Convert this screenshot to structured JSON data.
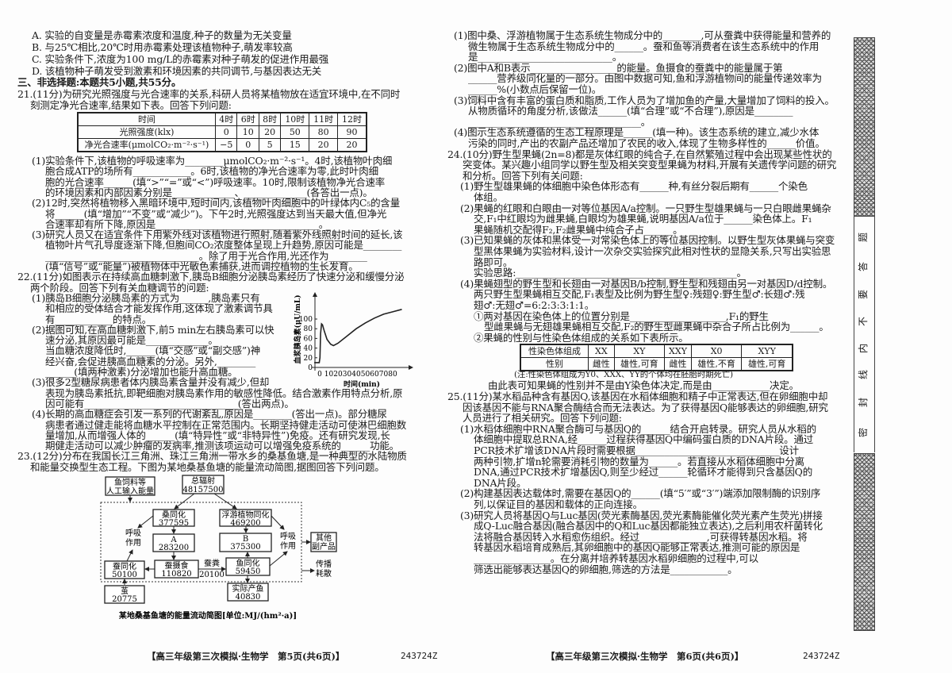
{
  "left_column": {
    "top_lines": [
      "A. 实验的自变量是赤霉素浓度和温度,种子的数量为无关变量",
      "B. 与25℃相比,20℃时用赤霉素处理该植物种子,萌发率较高",
      "C. 实验条件下,浓度为100 mg/L的赤霉素对种子萌发的促进作用最强",
      "D. 该植物种子萌发受到激素和环境因素的共同调节,与基因表达无关",
      "三、非选择题:本题共5小题,共55分。",
      "21.(11分)为研究光照强度与光合速率的关系,科研人员将某植物放在适宜环境中,在不同时",
      "刻测定净光合速率,结果如下表。回答下列问题:"
    ],
    "q21_table": {
      "header": [
        "时间",
        "4时",
        "6时",
        "8时",
        "10时",
        "11时",
        "12时"
      ],
      "rows": [
        [
          "光照强度(klx)",
          "0",
          "10",
          "20",
          "50",
          "80",
          "90"
        ],
        [
          "净光合速率(μmolCO₂·m⁻²·s⁻¹)",
          "−5",
          "0",
          "5",
          "15",
          "20",
          "20"
        ]
      ]
    },
    "main_lines": [
      "(1)实验条件下,该植物的呼吸速率为________μmolCO₂·m⁻²·s⁻¹。4时,该植物叶肉细",
      "胞合成ATP的场所有____________。6时,该植物的净光合速率为零,此时叶肉细",
      "胞的光合速率______(填“>”“=”或“<”)呼吸速率。10时,限制该植物净光合速率",
      "的环境因素和内部因素分别是_____________、_____________(各答出一点)。",
      "(2)12时,突然将植物移入黑暗环境中,短时间内,该植物叶肉细胞中的叶绿体内C₅的含量",
      "将______(填“增加”“不变”或“减少”)。下午2时,光照强度达到当天最大值,但净光",
      "合速率却有所下降,原因是__________________________________。",
      "(3)研究人员又在适宜条件下用紫外线对该植物进行照射,随着紫外线照射时间的延长,该",
      "植物叶片气孔导度逐渐下降,但胞间CO₂浓度整体呈现上升趋势,原因可能是________",
      "________________________________。除了用于光合作用,光还作为________",
      "(填“信号”或“能量”)被植物体中光敏色素捕获,进而调控植物的生长发育。",
      "22.(11分)如图表示在持续高血糖刺激下,胰岛B细胞分泌胰岛素经历了快速分泌和缓慢分泌",
      "两个阶段。回答下列有关血糖调节的问题:",
      "(1)胰岛B细胞分泌胰岛素的方式为______,胰岛素只有",
      "和相应的受体结合才能发挥作用,这体现了激素调节具",
      "有____________的特点。",
      "(2)据图可知,在高血糖刺激下,前5 min左右胰岛素可以快",
      "速分泌,其原因最可能是_____________。",
      "当血糖浓度降低时,______(填“交感”或“副交感”)神",
      "经兴奋,会促进胰高血糖素的分泌。另外,________",
      "______(填两种激素)分泌增加也能升高血糖。",
      "(3)很多2型糖尿病患者体内胰岛素含量并没有减少,但却",
      "表现为胰岛素抵抗,即靶细胞对胰岛素作用的敏感性降低。结合激素作用特点分析,原",
      "因可能有________________________________(答出两点)。",
      "(4)长期的高血糖症会引发一系列的代谢紊乱,原因是________(答出一点)。部分糖尿",
      "病患者通过健走能将血糖水平控制在正常范围内。长期坚持健走活动可使淋巴细胞数",
      "量增加,从而增强人体的______(填“特异性”或“非特异性”)免疫。还有研究发现,长",
      "期健走活动可以减少肿瘤的发病率,推测该项运动可以增强免疫系统的______功能。",
      "23.(12分)分布在我国长江三角洲、珠江三角洲一带水乡的桑基鱼塘,是一种典型的水陆物质",
      "和能量交换型生态工程。下图为某地桑基鱼塘的能量流动简图,据图回答下列问题。"
    ],
    "insulin_chart": {
      "type": "line",
      "ylabel": "血浆胰岛素(μU/mL)",
      "xlabel": "时间(min)",
      "x_ticks": [
        "0",
        "10",
        "20",
        "30",
        "40",
        "50",
        "60",
        "70",
        "80"
      ],
      "y_ticks": [
        "0",
        "20",
        "40",
        "60",
        "80",
        "100"
      ],
      "xlim": [
        -7,
        92
      ],
      "ylim": [
        0,
        140
      ],
      "x": [
        -6,
        -0.5,
        0.3,
        1,
        2,
        3,
        5,
        8,
        12,
        15,
        20,
        30,
        40,
        50,
        60,
        70,
        80,
        90
      ],
      "y": [
        10,
        10,
        20,
        70,
        90,
        88,
        75,
        58,
        48,
        45,
        50,
        65,
        80,
        92,
        102,
        110,
        115,
        120
      ]
    },
    "energy_diagram": {
      "feed_box": [
        "鱼饲料等",
        "人工输入能量"
      ],
      "radiation": {
        "label": "总辐射",
        "value": "48157500"
      },
      "mulberry": {
        "label": "桑同化",
        "value": "377595"
      },
      "a_box": {
        "label": "A",
        "value": "283200"
      },
      "silkworm_intake": {
        "label": "蚕摄食",
        "value": "110820"
      },
      "silkworm_assim": {
        "label": "蚕同化",
        "value": "50100"
      },
      "cocoon": {
        "label": "茧",
        "value": "20775"
      },
      "phyto": {
        "label": "浮游植物同化",
        "value": "469200"
      },
      "b_box": {
        "label": "B",
        "value": "375300"
      },
      "fish_assim": {
        "label": "鱼同化",
        "value": "59450"
      },
      "fish_output": {
        "label": "实际产鱼",
        "value": "40830"
      },
      "silkworm_feces": {
        "label": "蚕粪",
        "value": "20100"
      },
      "respiration_left": [
        "呼吸",
        "作用"
      ],
      "respiration_right": [
        "呼吸",
        "作用"
      ],
      "by_products": [
        "其他",
        "副产品"
      ],
      "dissipation": [
        "传播",
        "耗散"
      ],
      "caption": "某地桑基鱼塘的能量流动简图[单位:MJ/(hm²·a)]"
    },
    "footer": "【高三年级第三次模拟·生物学　第5页(共6页)】",
    "code": "243724Z"
  },
  "right_column": {
    "lines": [
      "(1)图中桑、浮游植物属于生态系统生物成分中的________,可从蚕粪中获得能量和营养的",
      "微生物属于生态系统生物成分中的______。蚕和鱼等消费者在该生态系统中的作用",
      "是____________________________。",
      "(2)图中A和B表示__________________的能量。鱼摄食的蚕粪中的能量属于第",
      "______营养级同化量的一部分。由图中数据可知,鱼和浮游植物间的能量传递效率为",
      "______%(小数点后保留一位)。",
      "(3)饲料中含有丰富的蛋白质和脂质,工作人员为了增加鱼的产量,大量增加了饲料的投入。",
      "从物质循环的角度分析,该做法______(填“合理”或“不合理”),原因是________",
      "____________________________________。",
      "(4)图示生态系统遵循的生态工程原理是______(填一种)。该生态系统的建立,减少水体",
      "污染的同时,产出的农副产品还增加了农民的收入,体现了生物多样性的______价值。",
      "24.(10分)野生型果蝇(2n=8)都是灰体红眼的纯合子,在自然繁殖过程中会出现某些性状的",
      "突变体。某兴趣小组同学以野生型及相关突变型果蝇为材料,开展有关遗传学问题的研究",
      "和分析。回答下列有关问题:",
      "(1)野生型雄果蝇的体细胞中染色体形态有______种,有丝分裂后期有______个染色",
      "体组。",
      "(2)果蝇的红眼和白眼由一对等位基因A/a控制。一只野生型雄果蝇与一只白眼雌果蝇杂",
      "交,F₁中红眼均为雌果蝇,白眼均为雄果蝇,说明基因A/a位于______染色体上。F₁",
      "果蝇随机交配得F₂,F₂雌果蝇中纯合子占______。",
      "(3)已知果蝇的灰体和黑体受一对常染色体上的等位基因控制。以野生型灰体果蝇与突变",
      "型黑体果蝇为实验材料,设计一次杂交实验探究此相对性状的显隐关系,只写出实验思",
      "路即可。",
      "实验思路:______________________________________________。",
      "(4)果蝇翅型的野生型和长翅由一对基因B/b控制,野生型和残翅由另一对基因D/d控制。",
      "两只野生型果蝇相互交配,F₁表型及比例为野生型♀:残翅♀:野生型♂:长翅♂:残",
      "翅♂:无翅♂=6:2:3:3:1:1。",
      "①两对基因在染色体上的位置分别是____________________,F₁的野生",
      "型雌果蝇与无翅雄果蝇相互交配,F₂的野生型雌果蝇中杂合子所占比例为______。",
      "②果蝇的性别与性染色体组成的关系如下表所示。"
    ],
    "sex_table": {
      "header": [
        "性染色体组成",
        "XX",
        "XY",
        "XXY",
        "X0",
        "XYY"
      ],
      "row": [
        "性别",
        "雌性",
        "雄性,可育",
        "雌性",
        "雄性,不育",
        "雄性,可育"
      ]
    },
    "table_note": "(注:性染色体组成为Y0、XXX、YY的个体均在胚胎时期死亡)",
    "post_lines": [
      "由此表可知果蝇的性别并不是由Y染色体决定,而是由____________决定。",
      "25.(11分)某水稻品种含有基因Q,该基因在水稻体细胞和精子中正常表达,但在卵细胞中却",
      "因该基因不能与RNA聚合酶结合而无法表达。为了获得基因Q能够表达的卵细胞,研究",
      "人员进行了相关研究。回答下列问题:",
      "(1)水稻体细胞中RNA聚合酶可与基因Q的______结合开启转录。研究人员从水稻的",
      "体细胞中提取总RNA,经______过程获得基因Q中编码蛋白质的DNA片段。通过",
      "PCR技术扩增该DNA片段时需要根据______________________________设计",
      "两种引物,扩增n轮需要消耗引物的数量为______。若直接从水稻体细胞中分离",
      "DNA,通过PCR技术扩增基因Q,则至少经过______轮循环才能得到只含基因Q的",
      "DNA片段。",
      "(2)构建基因表达载体时,需要在基因Q的______(填“5′”或“3′”)端添加限制酶的识别序",
      "列,以保证目的基因和载体的正向连接。",
      "(3)研究人员将基因Q与Luc基因(荧光素酶基因,荧光素酶能催化荧光素产生荧光)拼接",
      "成Q-Luc融合基因(融合基因中的Q和Luc基因都能独立表达),之后利用农杆菌转化",
      "法将融合基因转入水稻愈伤组织。经过______________,可获得转基因水稻。将",
      "转基因水稻培育成熟后,其卵细胞中的基因Q能够正常表达,推测可能的原因是",
      "________________。在分离并培养转基因水稻卵细胞的过程中,可以",
      "筛选出能够表达基因Q的卵细胞,筛选的方法是____________。"
    ],
    "footer": "【高三年级第三次模拟·生物学　第6页(共6页)】",
    "code": "243724Z"
  },
  "sidebar": {
    "chars": [
      "密",
      "封",
      "线",
      "内",
      "不",
      "要",
      "答",
      "题"
    ]
  }
}
